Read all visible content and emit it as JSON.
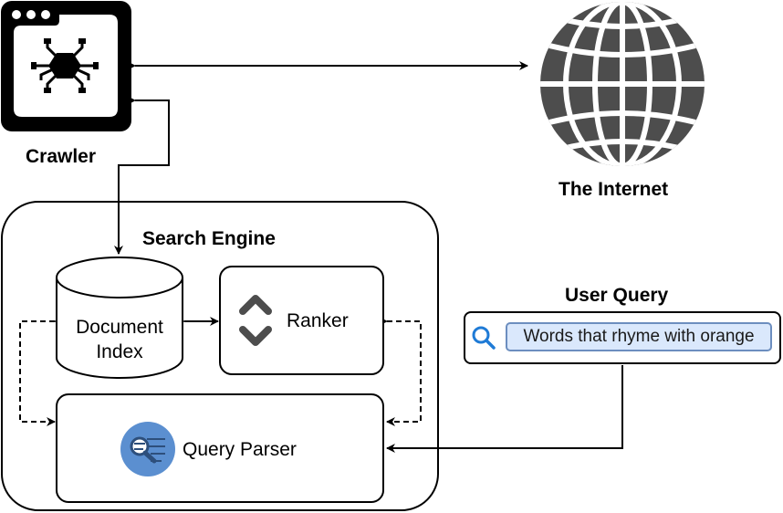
{
  "crawler": {
    "label": "Crawler",
    "icon": "crawler-browser-window-icon"
  },
  "internet": {
    "label": "The Internet",
    "icon": "globe-icon"
  },
  "search_engine": {
    "title": "Search Engine",
    "document_index": {
      "line1": "Document",
      "line2": "Index",
      "icon": "database-cylinder-icon"
    },
    "ranker": {
      "label": "Ranker",
      "icon": "up-down-chevron-icon"
    },
    "query_parser": {
      "label": "Query Parser",
      "icon": "query-search-list-icon"
    }
  },
  "user_query": {
    "title": "User Query",
    "search_icon": "search-icon",
    "query_text": "Words that rhyme with orange",
    "field_color": "#dae8fc",
    "field_border": "#6c8ebf"
  },
  "colors": {
    "globe": "#4d4d4d",
    "query_parser_icon_bg": "#5b8fd0",
    "search_icon": "#1f7bd6"
  }
}
